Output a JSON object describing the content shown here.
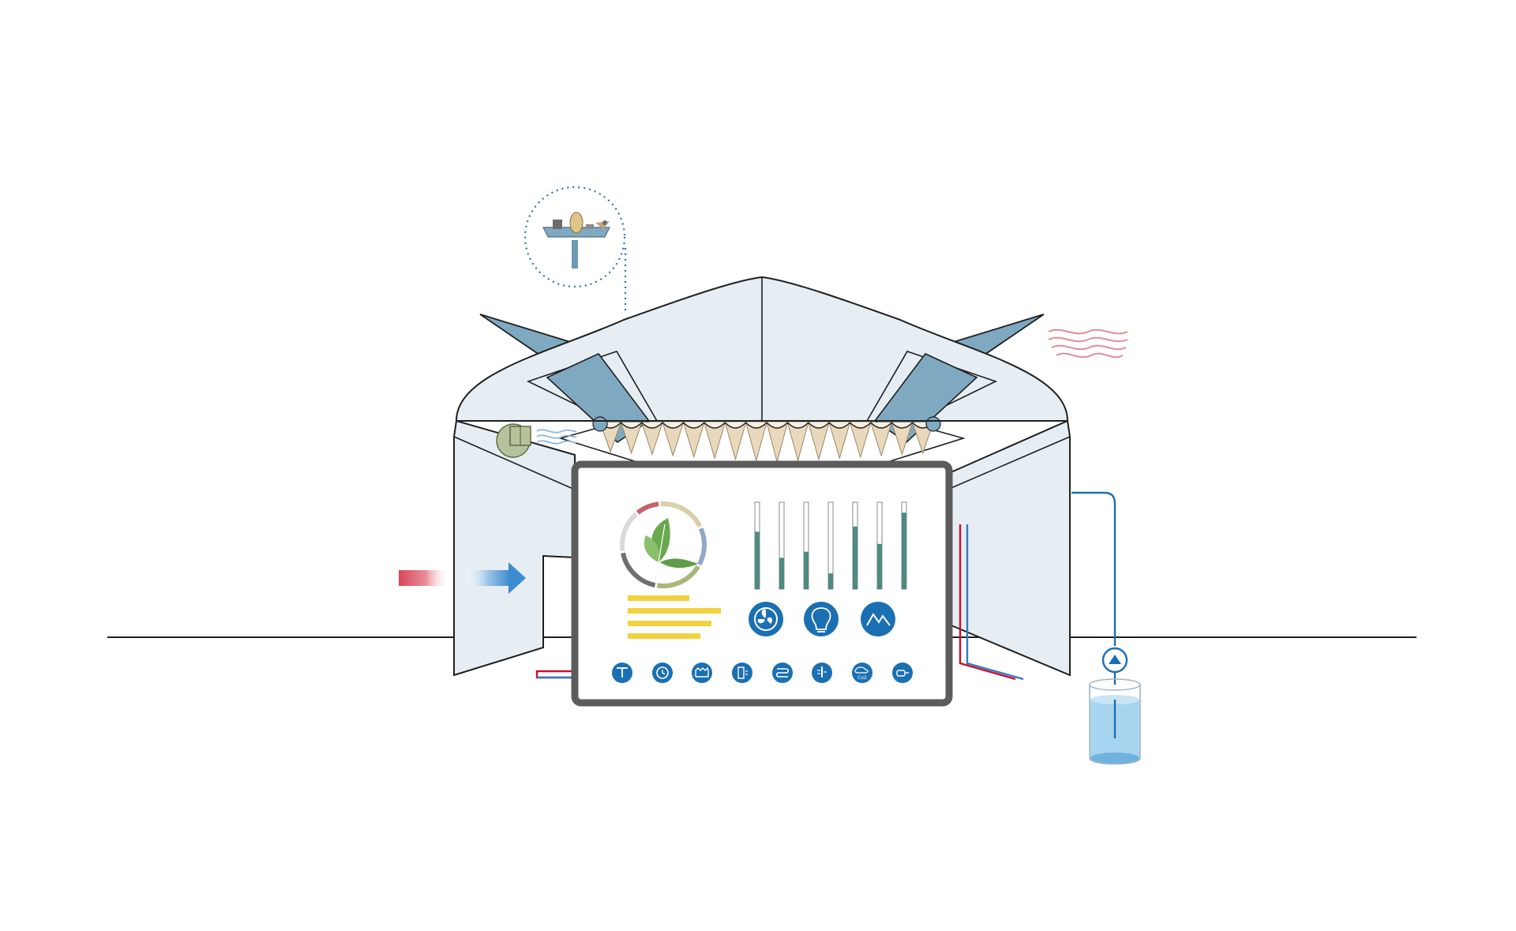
{
  "colors": {
    "background": "#ffffff",
    "outline": "#1f1f1f",
    "greenhouse_fill": "#e6eef4",
    "vent_panel": "#7fa9c0",
    "screen_fabric": "#ead8bd",
    "screen_frame": "#5c5c5c",
    "gauge_bar": "#4d8a80",
    "yellow_lines": "#f2d23c",
    "icon_blue": "#1b6fb3",
    "heat_red": "#d9465a",
    "cold_blue": "#3d8ccf",
    "water": "#a7d4ef",
    "pipe_red": "#c8102e",
    "pipe_blue": "#3a78c2",
    "fan_green": "#b5c29b",
    "leaf_green": "#6aa84f"
  },
  "dashboard": {
    "gauge_levels": [
      0.66,
      0.36,
      0.43,
      0.18,
      0.72,
      0.52,
      0.88
    ],
    "status_ring_segments": [
      "#d9cfa8",
      "#93a8c8",
      "#a9b87a",
      "#6f6f6f",
      "#d7d9dc",
      "#c8616e"
    ],
    "big_icons": [
      "fan-icon",
      "light-bulb-icon",
      "trend-chart-icon"
    ],
    "small_icons": [
      "sprinkler-icon",
      "clock-icon",
      "heating-icon",
      "vent-icon",
      "pipe-coil-icon",
      "thermometer-icon",
      "co2-icon",
      "sensor-icon"
    ],
    "co2_label": "Co2"
  },
  "components": {
    "weather_station": "weather-station-icon",
    "fan_heater": "fan-heater-icon",
    "pump": "pump-icon",
    "water_tank": "water-tank-icon"
  }
}
